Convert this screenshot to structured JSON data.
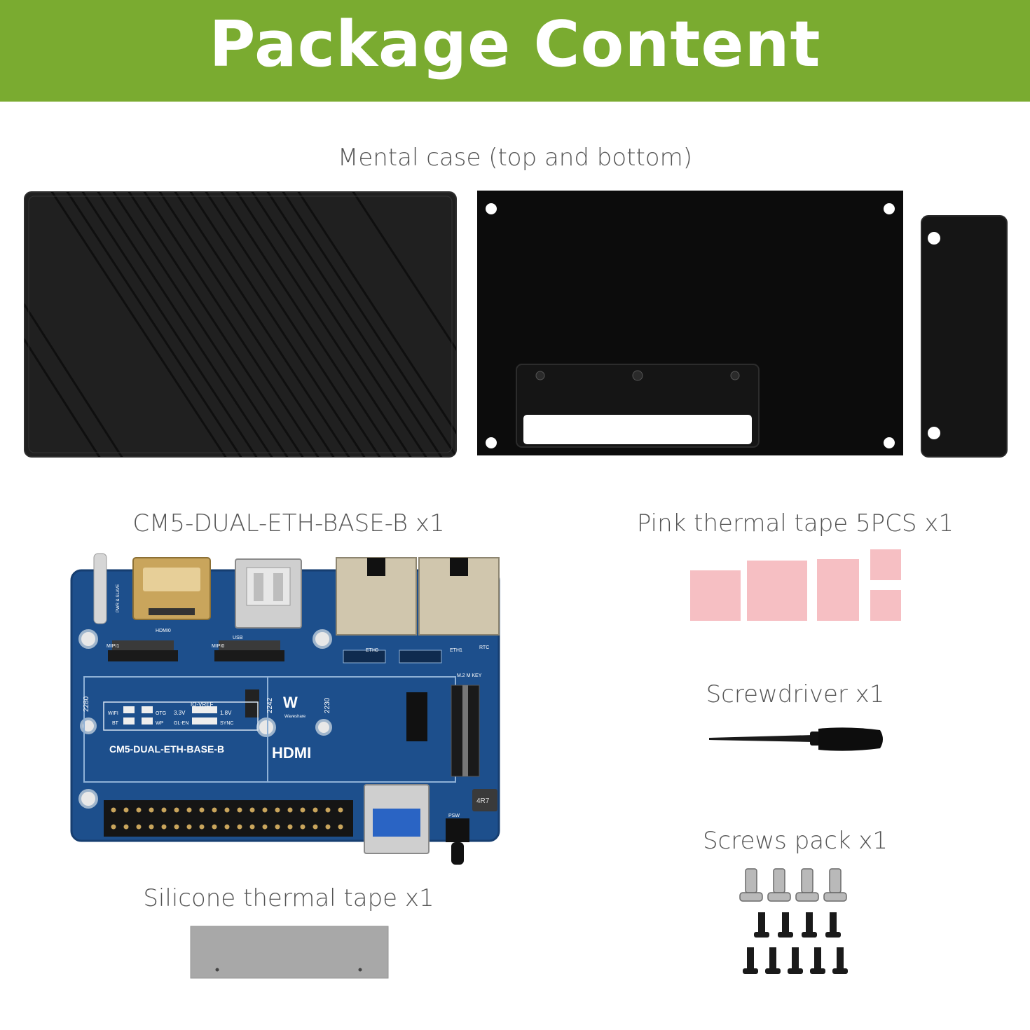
{
  "header": {
    "title": "Package Content"
  },
  "items": {
    "metal_case": {
      "label": "Mental case (top and bottom)"
    },
    "base_board": {
      "label": "CM5-DUAL-ETH-BASE-B x1",
      "silk_name": "CM5-DUAL-ETH-BASE-B",
      "silk_hdmi": "HDMI",
      "silk_hdmi0": "HDMI0",
      "silk_usb": "USB",
      "silk_eth0": "ETH0",
      "silk_eth1": "ETH1",
      "silk_2280": "2280",
      "silk_2242": "2242",
      "silk_2230": "2230",
      "silk_mkey": "M.2 M KEY",
      "silk_rtc": "RTC",
      "silk_psw": "PSW",
      "silk_brand": "Waveshare",
      "silk_inductor": "4R7",
      "silk_pwr": "PWR & SLAVE",
      "silk_ioref": "IO-VREF",
      "silk_33v": "3.3V",
      "silk_18v": "1.8V",
      "silk_wifi": "WIFI",
      "silk_bt": "BT",
      "silk_otg": "OTG",
      "silk_wp": "WP",
      "silk_glen": "GL-EN",
      "silk_sync": "SYNC",
      "silk_mipi1": "MIPI1",
      "silk_mipi0": "MIPI0"
    },
    "pink_tape": {
      "label": "Pink thermal tape 5PCS x1"
    },
    "screwdriver": {
      "label": "Screwdriver x1"
    },
    "screws": {
      "label": "Screws pack x1"
    },
    "silicone_tape": {
      "label": "Silicone thermal tape x1"
    }
  },
  "colors": {
    "banner": "#7aab30",
    "pcb": "#1d4f8c",
    "pink": "#f6bfc3",
    "case": "#1b1b1b",
    "silicone": "#a8a8a8"
  }
}
